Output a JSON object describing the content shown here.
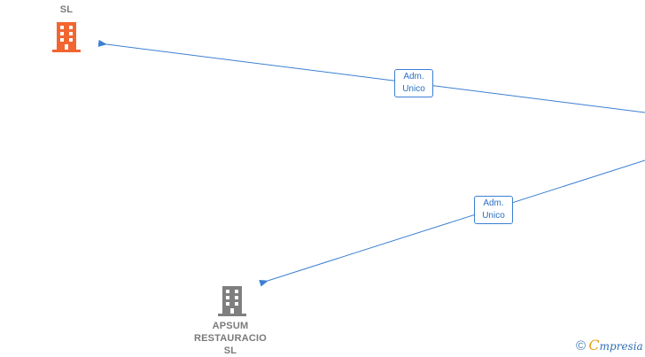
{
  "nodes": {
    "top": {
      "label": "SL",
      "color": "#f26530"
    },
    "bottom": {
      "label_lines": [
        "APSUM",
        "RESTAURACIO",
        "SL"
      ],
      "color": "#7f7f7f"
    }
  },
  "edges": [
    {
      "label_lines": [
        "Adm.",
        "Unico"
      ],
      "from": "offscreen-right",
      "to": "top"
    },
    {
      "label_lines": [
        "Adm.",
        "Unico"
      ],
      "from": "offscreen-right",
      "to": "bottom"
    }
  ],
  "edge_color": "#3b7fd3",
  "watermark": {
    "symbol": "©",
    "brand_initial": "C",
    "brand_rest": "mpresia"
  }
}
